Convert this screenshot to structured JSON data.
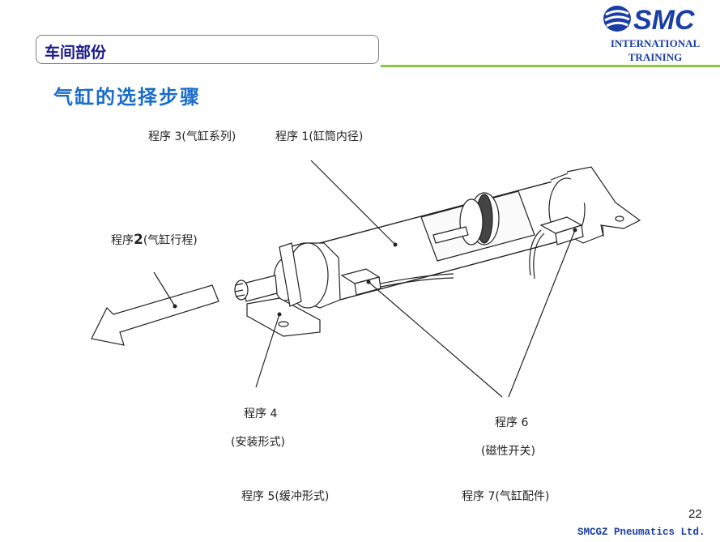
{
  "header": {
    "section": "车间部份",
    "brand": "SMC",
    "brand_sub1": "INTERNATIONAL",
    "brand_sub2": "TRAINING"
  },
  "title": "气缸的选择步骤",
  "labels": {
    "step3": "程序 3(气缸系列)",
    "step1": "程序 1(缸筒内径)",
    "step2_prefix": "程序",
    "step2_num": "2",
    "step2_suffix": "(气缸行程)",
    "step4_line1": "程序 4",
    "step4_line2": "(安装形式)",
    "step6_line1": "程序 6",
    "step6_line2": "(磁性开关)",
    "step5": "程序 5(缓冲形式)",
    "step7": "程序 7(气缸配件)"
  },
  "footer": {
    "page": "22",
    "company": "SMCGZ  Pneumatics  Ltd."
  },
  "colors": {
    "header_text": "#1a1a8c",
    "title": "#1a6cc9",
    "brand": "#1a3ea6",
    "rule": "#8cc63f"
  }
}
